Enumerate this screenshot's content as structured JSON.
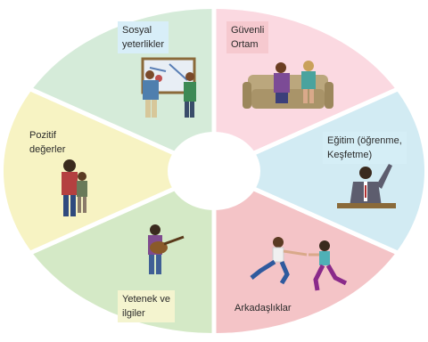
{
  "wheel": {
    "center_fill": "#ffffff",
    "segments": [
      {
        "key": "social",
        "label_lines": [
          "Sosyal",
          "yeterlikler"
        ],
        "color": "#d5ebd9",
        "label_bg": "#d8eef8",
        "icon": "people-at-whiteboard-icon"
      },
      {
        "key": "safe",
        "label_lines": [
          "Güvenli",
          "Ortam"
        ],
        "color": "#fbd9e1",
        "label_bg": "#f6c9cf",
        "icon": "couple-on-sofa-icon"
      },
      {
        "key": "education",
        "label_lines": [
          "Eğitim (öğrenme,",
          "Keşfetme)"
        ],
        "color": "#d2ebf3",
        "label_bg": "#d5eef6",
        "icon": "student-raising-hand-icon"
      },
      {
        "key": "friends",
        "label_lines": [
          "Arkadaşlıklar"
        ],
        "color": "#f4c4c7",
        "label_bg": "#f4c4c7",
        "icon": "friends-running-icon"
      },
      {
        "key": "talent",
        "label_lines": [
          "Yetenek ve",
          "ilgiler"
        ],
        "color": "#d4e9c6",
        "label_bg": "#f4f4cf",
        "icon": "guitar-player-icon"
      },
      {
        "key": "values",
        "label_lines": [
          "Pozitif",
          "değerler"
        ],
        "color": "#f7f3c3",
        "label_bg": "#f7f3c3",
        "icon": "parent-hugging-child-icon"
      }
    ]
  }
}
